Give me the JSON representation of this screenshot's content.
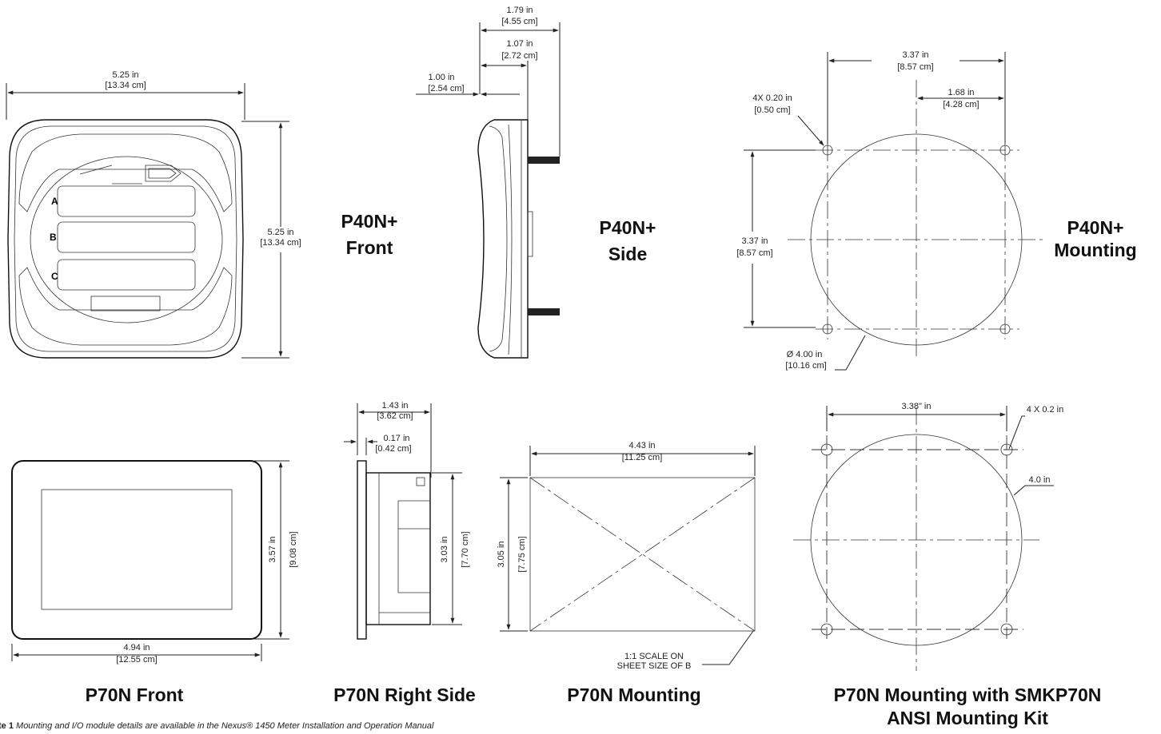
{
  "titles": {
    "p40_front": [
      "P40N+",
      "Front"
    ],
    "p40_side": [
      "P40N+",
      "Side"
    ],
    "p40_mount": [
      "P40N+",
      "Mounting"
    ],
    "p70_front": "P70N Front",
    "p70_side": "P70N Right Side",
    "p70_mount": "P70N Mounting",
    "p70_kit": [
      "P70N Mounting with SMKP70N",
      "ANSI Mounting Kit"
    ]
  },
  "dims": {
    "p40_front_width": [
      "5.25 in",
      "[13.34 cm]"
    ],
    "p40_front_height": [
      "5.25 in",
      "[13.34 cm]"
    ],
    "p40_side_total": [
      "1.79 in",
      "[4.55 cm]"
    ],
    "p40_side_mid": [
      "1.07 in",
      "[2.72 cm]"
    ],
    "p40_side_depth": [
      "1.00 in",
      "[2.54 cm]"
    ],
    "p40_mount_width": [
      "3.37 in",
      "[8.57 cm]"
    ],
    "p40_mount_half": [
      "1.68 in",
      "[4.28 cm]"
    ],
    "p40_mount_holes": [
      "4X 0.20 in",
      "[0.50 cm]"
    ],
    "p40_mount_height": [
      "3.37 in",
      "[8.57 cm]"
    ],
    "p40_mount_dia": [
      "Ø 4.00 in",
      "[10.16 cm]"
    ],
    "p70_side_total": [
      "1.43 in",
      "[3.62 cm]"
    ],
    "p70_side_bezel": [
      "0.17 in",
      "[0.42 cm]"
    ],
    "p70_side_height": [
      "3.03 in",
      "[7.70 cm]"
    ],
    "p70_front_height": [
      "3.57 in",
      "[9.08 cm]"
    ],
    "p70_front_width": [
      "4.94 in",
      "[12.55 cm]"
    ],
    "p70_mount_width": [
      "4.43 in",
      "[11.25 cm]"
    ],
    "p70_mount_height": [
      "3.05 in",
      "[7.75 cm]"
    ],
    "p70_mount_scale": [
      "1:1 SCALE ON",
      "SHEET SIZE OF B"
    ],
    "p70_kit_width": "3.38\" in",
    "p70_kit_holes": "4 X 0.2 in",
    "p70_kit_dia": "4.0 in"
  },
  "front_labels": [
    "A",
    "B",
    "C"
  ],
  "footnote": {
    "prefix": "te 1",
    "text": "  Mounting and I/O module details are available in the ",
    "manual": "Nexus® 1450 Meter Installation and Operation Manual"
  }
}
